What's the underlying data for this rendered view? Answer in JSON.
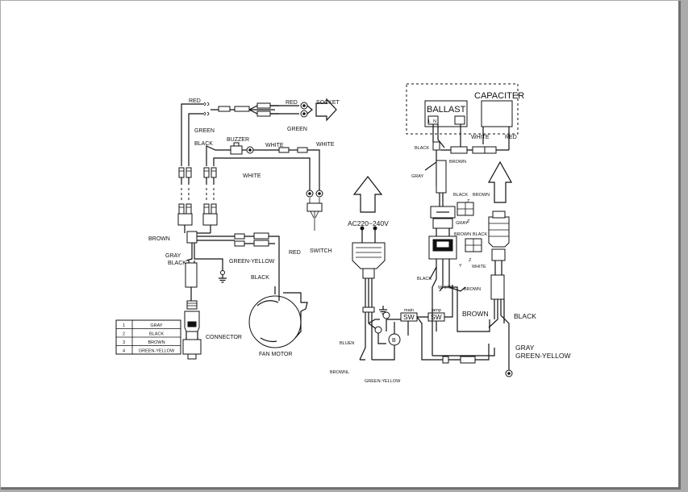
{
  "labels": {
    "red_top": "RED",
    "red_mid": "RED",
    "socket": "SOCKET",
    "green_left": "GREEN",
    "green_right": "GREEN",
    "black_buzzer": "BLACK",
    "buzzer": "BUZZER",
    "white_1": "WHITE",
    "white_2": "WHITE",
    "white_3": "WHITE",
    "brown_left": "BROWN",
    "gray_left": "GRAY",
    "black_left": "BLACK",
    "green_yellow_left": "GREEN-YELLOW",
    "red_motor": "RED",
    "black_motor": "BLACK",
    "switch": "SWITCH",
    "connector": "CONNECTOR",
    "fan_motor": "FAN MOTOR",
    "ac_voltage": "AC220~240V",
    "bluen": "BLUEN",
    "brownl": "BROWNL",
    "green_yellow_plug": "GREEN-YELLOW",
    "main": "main",
    "lamp": "lamp",
    "sw_main": "SW",
    "sw_lamp": "SW",
    "b_symbol": "B",
    "ballast": "BALLAST",
    "l": "L",
    "n": "N",
    "capacitor": "CAPACITER",
    "white_cap": "WHITE",
    "red_cap": "RED",
    "black_ballast": "BLACK",
    "brown_ballast": "BROWN",
    "gray_ballast": "GRAY",
    "black_conn1": "BLACK",
    "brown_conn1": "BROWN",
    "z_1": "Z",
    "gray_conn1": "GRAY",
    "z_2": "Z",
    "brown_conn2": "BROWN",
    "black_conn2": "BLACK",
    "y": "Y",
    "z_3": "Z",
    "white_conn2": "WHITE",
    "black_right": "BLACK",
    "white_right": "WHITE",
    "brown_right_small": "BROWN",
    "brown_right": "BROWN",
    "black_lamp": "BLACK",
    "gray_right": "GRAY",
    "green_yellow_right": "GREEN-YELLOW"
  },
  "legend": [
    {
      "num": "1",
      "color": "GRAY"
    },
    {
      "num": "2",
      "color": "BLACK"
    },
    {
      "num": "3",
      "color": "BROWN"
    },
    {
      "num": "4",
      "color": "GREEN-YELLOW"
    }
  ]
}
